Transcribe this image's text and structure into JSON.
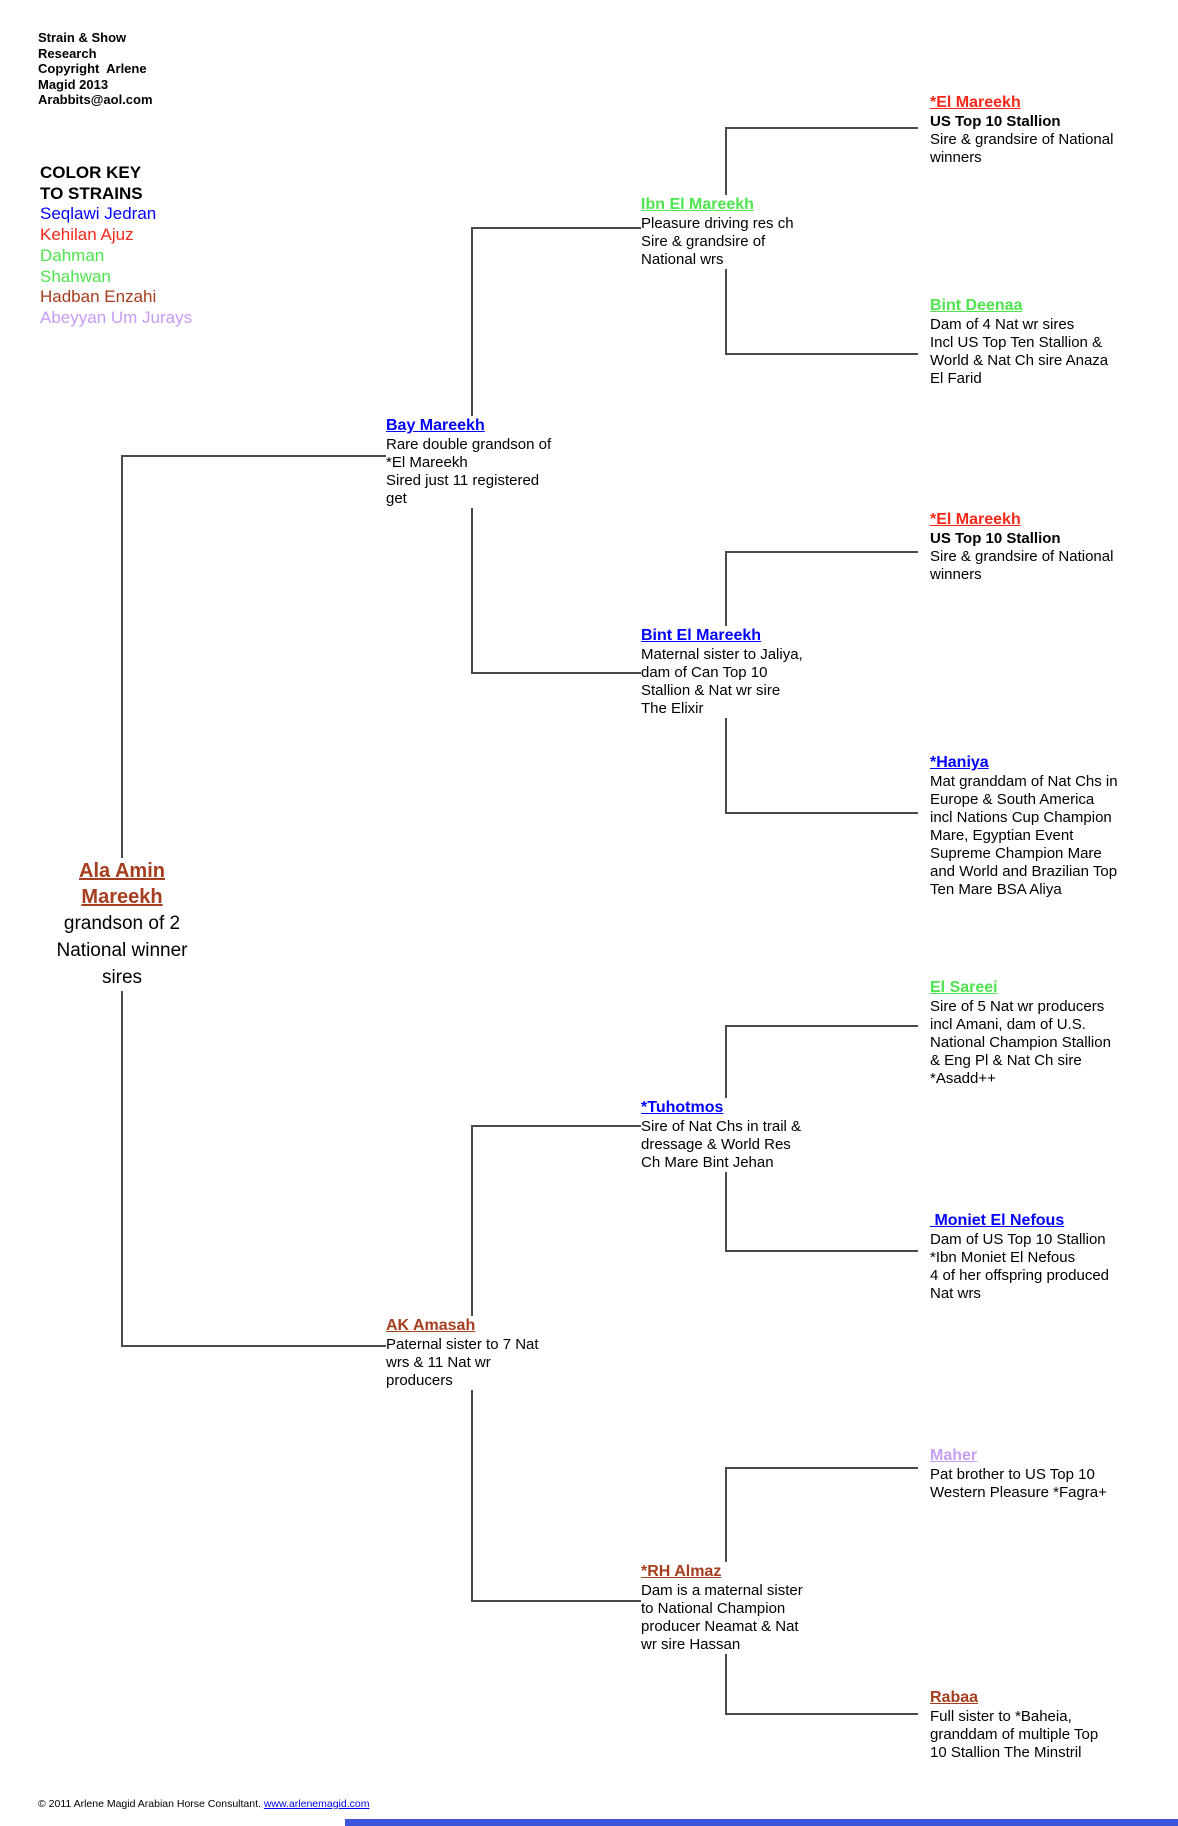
{
  "header": {
    "lines": [
      "Strain & Show",
      "Research",
      "Copyright  Arlene",
      "Magid 2013",
      "Arabbits@aol.com"
    ]
  },
  "color_key": {
    "heading_lines": [
      "COLOR KEY",
      "TO STRAINS"
    ],
    "strains": [
      {
        "label": "Seqlawi Jedran",
        "color": "#0000fe"
      },
      {
        "label": "Kehilan Ajuz",
        "color": "#f6281a"
      },
      {
        "label": "Dahman",
        "color": "#4ee44e"
      },
      {
        "label": "Shahwan",
        "color": "#4ee44e"
      },
      {
        "label": "Hadban Enzahi",
        "color": "#a63d1e"
      },
      {
        "label": "Abeyyan Um Jurays",
        "color": "#c69cf4"
      }
    ]
  },
  "root": {
    "name_lines": [
      "Ala Amin",
      "Mareekh"
    ],
    "color": "#a63d1e",
    "desc_lines": [
      "grandson of 2",
      "National winner",
      "sires"
    ]
  },
  "nodes": {
    "elm1": {
      "name": "*El Mareekh",
      "color": "#f6281a",
      "subtitle": "US Top 10 Stallion",
      "lines": [
        "Sire & grandsire of National",
        "winners"
      ]
    },
    "ibn": {
      "name": "Ibn El Mareekh",
      "color": "#4ee44e",
      "lines": [
        "Pleasure driving res ch",
        "Sire & grandsire of",
        "National wrs"
      ]
    },
    "deenaa": {
      "name": "Bint Deenaa",
      "color": "#4ee44e",
      "lines": [
        "Dam of 4 Nat wr sires",
        "Incl US Top Ten Stallion &",
        "World & Nat Ch sire Anaza",
        "El Farid"
      ]
    },
    "bay": {
      "name": "Bay Mareekh",
      "color": "#0000fe",
      "lines": [
        "Rare double grandson of",
        "*El Mareekh",
        "Sired just 11 registered",
        "get"
      ]
    },
    "elm2": {
      "name": "*El Mareekh",
      "color": "#f6281a",
      "subtitle": "US Top 10 Stallion",
      "lines": [
        "Sire & grandsire of National",
        "winners"
      ]
    },
    "bem": {
      "name": "Bint El Mareekh",
      "color": "#0000fe",
      "lines": [
        "Maternal sister to Jaliya,",
        "dam of Can Top 10",
        "Stallion & Nat wr sire",
        "The Elixir"
      ]
    },
    "haniya": {
      "name": "*Haniya",
      "color": "#0000fe",
      "lines": [
        "Mat granddam of Nat Chs in",
        "Europe & South America",
        "incl Nations Cup Champion",
        "Mare, Egyptian Event",
        "Supreme Champion Mare",
        "and World and Brazilian Top",
        "Ten Mare BSA Aliya"
      ]
    },
    "sareei": {
      "name": "El Sareei",
      "color": "#4ee44e",
      "lines": [
        "Sire of 5 Nat wr producers",
        "incl Amani, dam of U.S.",
        "National Champion Stallion",
        "& Eng Pl & Nat Ch sire",
        "*Asadd++"
      ]
    },
    "tuh": {
      "name": "*Tuhotmos",
      "color": "#0000fe",
      "lines": [
        "Sire of Nat Chs in trail &",
        "dressage & World Res",
        "Ch Mare Bint Jehan"
      ]
    },
    "moniet": {
      "name": " Moniet El Nefous",
      "color": "#0000fe",
      "lines": [
        "Dam of US Top 10 Stallion",
        "*Ibn Moniet El Nefous",
        "4 of her offspring produced",
        "Nat wrs"
      ]
    },
    "ak": {
      "name": "AK Amasah",
      "color": "#a63d1e",
      "lines": [
        "Paternal sister to 7 Nat",
        "wrs & 11 Nat wr",
        "producers"
      ]
    },
    "maher": {
      "name": "Maher",
      "color": "#c69cf4",
      "lines": [
        "Pat brother to US Top 10",
        "Western Pleasure *Fagra+"
      ]
    },
    "rha": {
      "name": "*RH Almaz",
      "color": "#a63d1e",
      "lines": [
        "Dam is a maternal sister",
        "to National Champion",
        "producer Neamat & Nat",
        "wr sire Hassan"
      ]
    },
    "rabaa": {
      "name": "Rabaa",
      "color": "#a63d1e",
      "lines": [
        "Full sister to *Baheia,",
        "granddam of multiple Top",
        "10 Stallion The Minstril"
      ]
    }
  },
  "footer": {
    "copyright": "© 2011 Arlene Magid Arabian Horse Consultant. ",
    "link": "www.arlenemagid.com"
  },
  "colors": {
    "seqlawi_blue": "#0000fe",
    "kehilan_red": "#f6281a",
    "dahman_shahwan_green": "#4ee44e",
    "hadban_brown": "#a63d1e",
    "abeyyan_lavender": "#c69cf4",
    "connector_gray": "#4a4a4a",
    "bottom_bar_blue": "#3b55dd"
  }
}
